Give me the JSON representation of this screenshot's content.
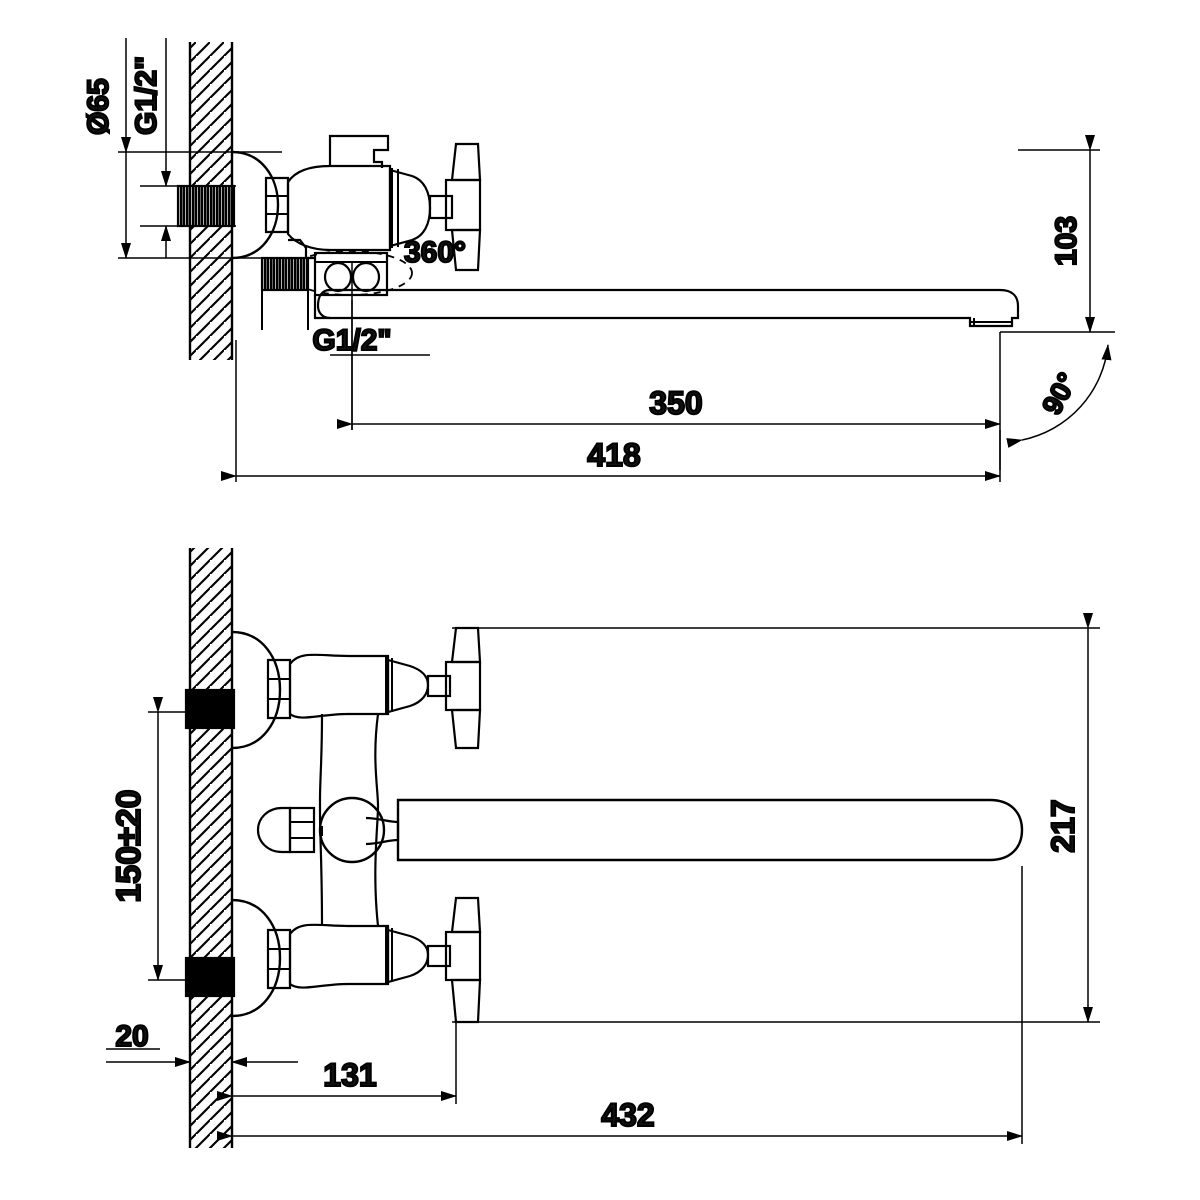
{
  "document": {
    "type": "technical-drawing",
    "subject": "wall-mounted bath/shower mixer faucet with long swivel spout",
    "views": [
      {
        "id": "side-view",
        "label": "side elevation (top)"
      },
      {
        "id": "front-view",
        "label": "front elevation (bottom)"
      }
    ],
    "units": "mm",
    "line_color": "#000000",
    "background_color": "#ffffff"
  },
  "top_view": {
    "dimensions": {
      "diameter_escutcheon": "Ø65",
      "inlet_thread": "G1/2\"",
      "outlet_thread": "G1/2\"",
      "swivel": "360°",
      "spout_height": "103",
      "spout_angle": "90°",
      "spout_reach": "350",
      "total_reach": "418"
    }
  },
  "bottom_view": {
    "dimensions": {
      "inlet_spacing": "150±20",
      "wall_thickness": "20",
      "body_depth": "131",
      "overall_height": "217",
      "overall_width": "432"
    }
  },
  "labels": {
    "d65": "Ø65",
    "g12_inlet": "G1/2\"",
    "g12_outlet": "G1/2\"",
    "deg360": "360°",
    "h103": "103",
    "deg90": "90°",
    "l350": "350",
    "l418": "418",
    "spacing150": "150±20",
    "w20": "20",
    "d131": "131",
    "h217": "217",
    "w432": "432"
  }
}
